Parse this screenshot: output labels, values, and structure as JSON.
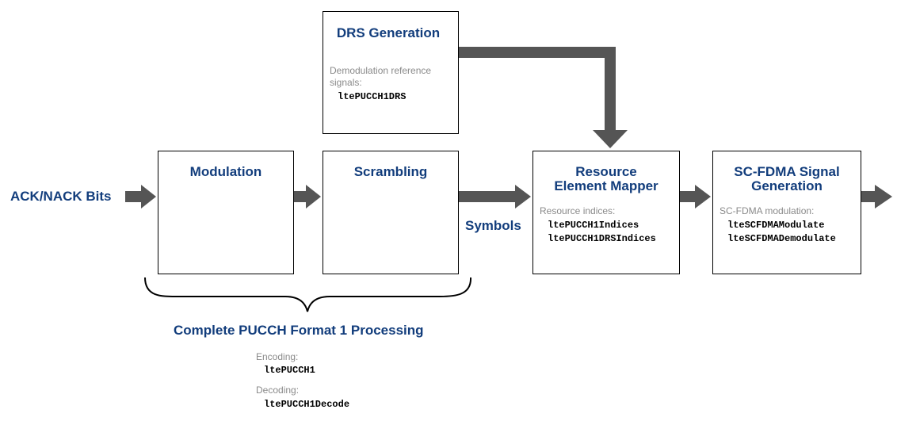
{
  "blocks": {
    "drs": {
      "title": "DRS Generation",
      "desc": "Demodulation reference signals:",
      "functions": [
        "ltePUCCH1DRS"
      ]
    },
    "modulation": {
      "title": "Modulation"
    },
    "scrambling": {
      "title": "Scrambling"
    },
    "mapper": {
      "title_line1": "Resource",
      "title_line2": "Element Mapper",
      "desc": "Resource indices:",
      "functions": [
        "ltePUCCH1Indices",
        "ltePUCCH1DRSIndices"
      ]
    },
    "scfdma": {
      "title_line1": "SC-FDMA Signal",
      "title_line2": "Generation",
      "desc": "SC-FDMA modulation:",
      "functions": [
        "lteSCFDMAModulate",
        "lteSCFDMADemodulate"
      ]
    }
  },
  "labels": {
    "input": "ACK/NACK Bits",
    "symbols": "Symbols"
  },
  "group": {
    "title": "Complete PUCCH Format 1 Processing",
    "encoding_label": "Encoding:",
    "encoding_function": "ltePUCCH1",
    "decoding_label": "Decoding:",
    "decoding_function": "ltePUCCH1Decode"
  },
  "colors": {
    "title": "#123d7c",
    "arrow": "#555555",
    "desc": "#8a8a8a"
  }
}
